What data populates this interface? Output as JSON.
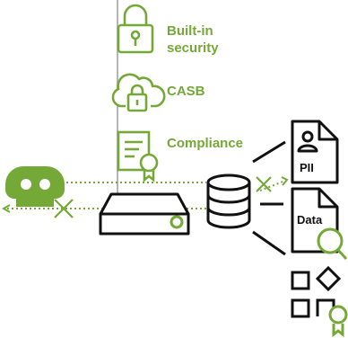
{
  "colors": {
    "accent": "#74a837",
    "line": "#111111",
    "guide": "#b5b5b5",
    "background": "#ffffff"
  },
  "features": [
    {
      "label_line1": "Built-in",
      "label_line2": "security",
      "icon": "padlock-icon"
    },
    {
      "label": "CASB",
      "icon": "cloud-lock-icon"
    },
    {
      "label": "Compliance",
      "icon": "certificate-icon"
    }
  ],
  "threat": {
    "icon": "skull-icon"
  },
  "appliance": {
    "icon": "firewall-appliance-icon"
  },
  "storage": {
    "icon": "database-icon"
  },
  "documents": [
    {
      "label": "PII",
      "icon": "pii-document-icon"
    },
    {
      "label": "Data",
      "icon": "data-document-icon"
    },
    {
      "icon": "shapes-certified-icon"
    }
  ],
  "blocked_markers": [
    {
      "icon": "blocked-x-icon"
    },
    {
      "icon": "blocked-x-icon"
    }
  ]
}
